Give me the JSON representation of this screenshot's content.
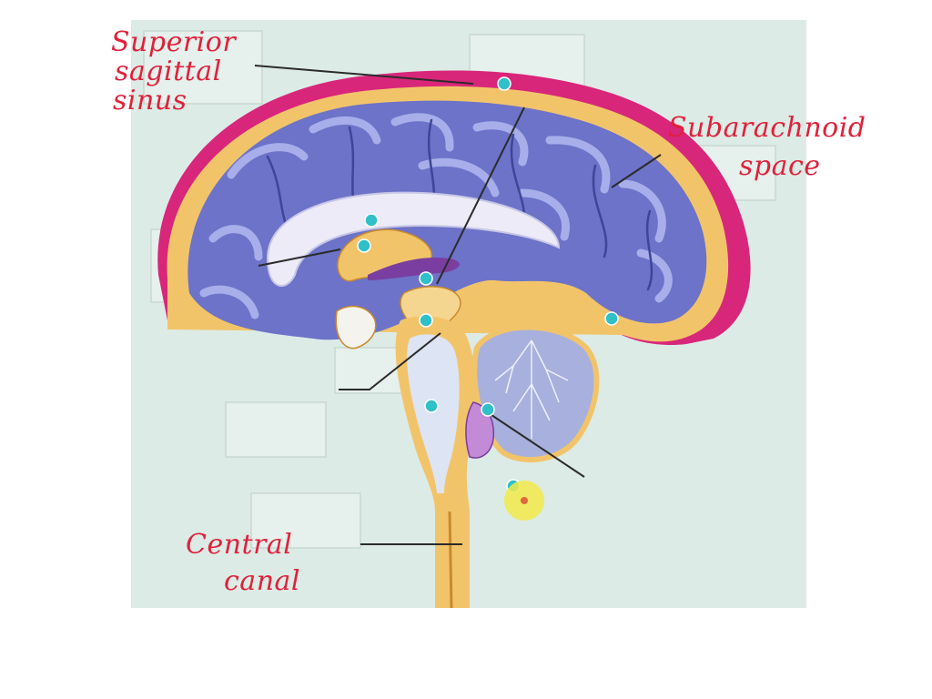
{
  "annotations": {
    "superior_sagittal_sinus": [
      "Superior",
      "sagittal",
      "sinus"
    ],
    "subarachnoid_space": [
      "Subarachnoid",
      "space"
    ],
    "central_canal": [
      "Central",
      "canal"
    ]
  },
  "colors": {
    "background": "#dcebe6",
    "cortex": "#6c73c8",
    "cortex_highlight": "#9aa1e2",
    "csf_space": "#f2c46a",
    "dura": "#d8267a",
    "cerebellum": "#a8b0dd",
    "ink": "#e0213a",
    "leader": "#2b2b2b",
    "marker": "#2fc0c8",
    "cursor_highlight": "#f3ea4a"
  }
}
